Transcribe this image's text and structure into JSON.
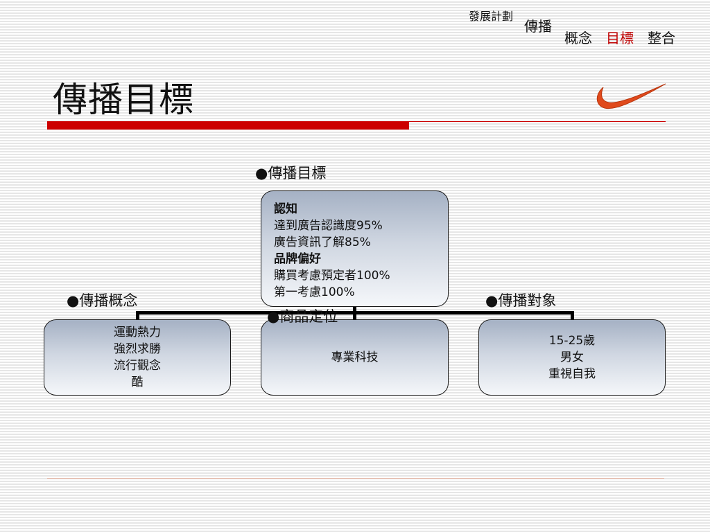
{
  "nav": {
    "plan": "發展計劃",
    "spread": "傳播",
    "items": [
      "概念",
      "目標",
      "整合"
    ],
    "active_index": 1
  },
  "page_title": "傳播目標",
  "bullets": {
    "goal": "●傳播目標",
    "concept": "●傳播概念",
    "audience": "●傳播對象",
    "position": "●商品定位"
  },
  "goal_box": {
    "heading1": "認知",
    "line1": "達到廣告認識度95%",
    "line2": "廣告資訊了解85%",
    "heading2": "品牌偏好",
    "line3": "購買考慮預定者100%",
    "line4": "第一考慮100%"
  },
  "concept_box": [
    "運動熱力",
    "強烈求勝",
    "流行觀念",
    "酷"
  ],
  "position_box": [
    "專業科技"
  ],
  "audience_box": [
    "15-25歲",
    "男女",
    "重視自我"
  ],
  "colors": {
    "accent_red": "#cc0000",
    "logo_orange": "#e04a1c"
  },
  "logo": "swoosh-logo"
}
